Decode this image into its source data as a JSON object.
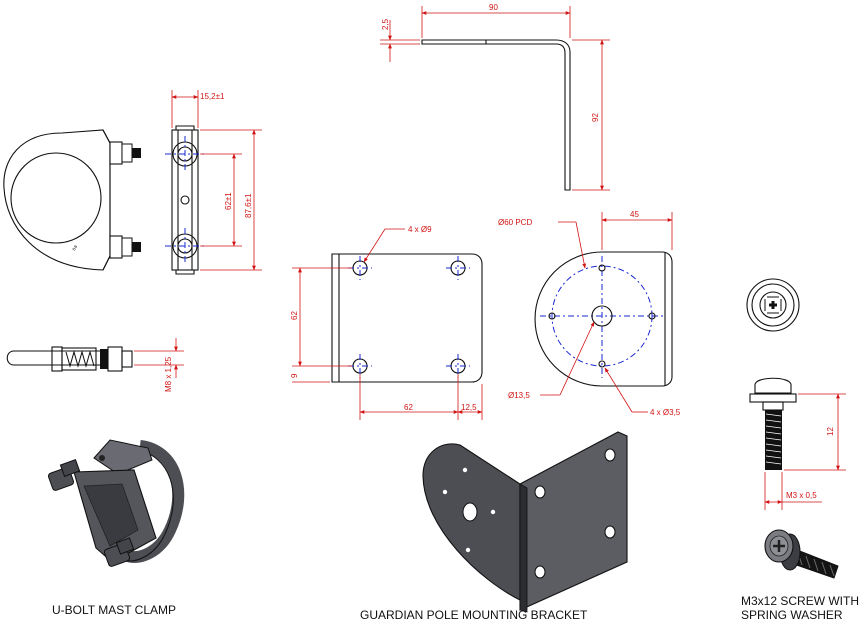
{
  "clamp": {
    "dims": {
      "width": "15,2±1",
      "hole_spacing": "62±1",
      "height": "87,6±1",
      "thread": "M8 x 1,25"
    },
    "caption": "U-BOLT MAST CLAMP"
  },
  "bracket": {
    "dims": {
      "thickness": "2,5",
      "flange_length": "90",
      "height": "92",
      "holes": "4 x Ø9",
      "hole_pitch_v": "62",
      "edge_v": "9",
      "hole_pitch_h": "62",
      "edge_h": "12,5",
      "pcd": "Ø60 PCD",
      "radius_width": "45",
      "center_hole": "Ø13,5",
      "small_holes": "4 x Ø3,5"
    },
    "caption": "GUARDIAN POLE MOUNTING BRACKET"
  },
  "screw": {
    "dims": {
      "length": "12",
      "thread": "M3 x 0,5"
    },
    "caption_line1": "M3x12 SCREW WITH",
    "caption_line2": "SPRING WASHER"
  },
  "colors": {
    "dimension": "#d21414",
    "centerline": "#1a2ad0",
    "outline": "#111111",
    "part_shade": "#55565c"
  }
}
